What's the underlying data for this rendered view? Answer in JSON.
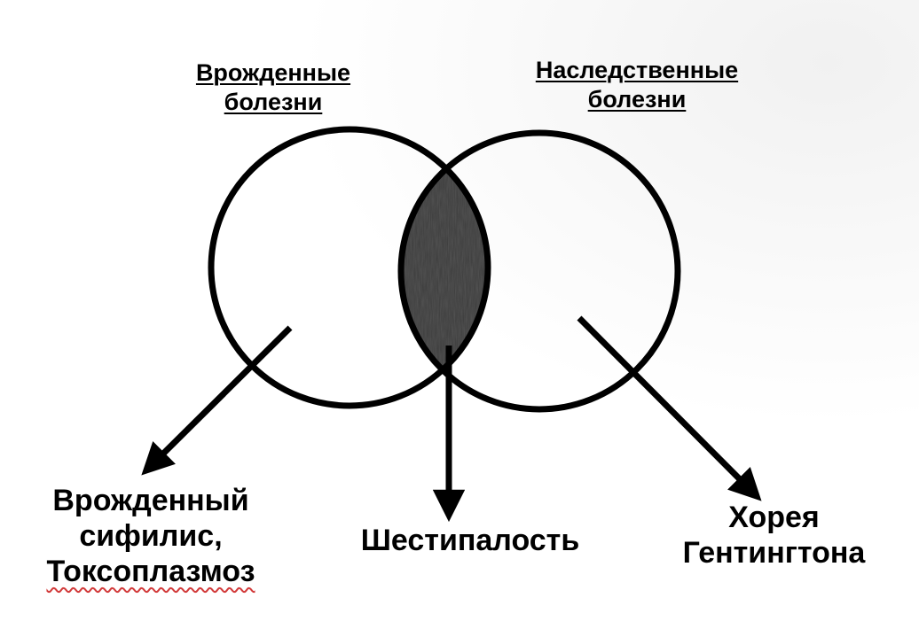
{
  "sets": {
    "left": {
      "title_line1": "Врожденные",
      "title_line2": "болезни"
    },
    "right": {
      "title_line1": "Наследственные",
      "title_line2": "болезни"
    }
  },
  "examples": {
    "left": {
      "line1": "Врожденный",
      "line2": "сифилис,",
      "line3": "Токсоплазмоз"
    },
    "center": {
      "line1": "Шестипалость"
    },
    "right": {
      "line1": "Хорея",
      "line2": "Гентингтона"
    }
  },
  "colors": {
    "stroke": "#000000",
    "intersection_fill": "#3a3a3a",
    "spellcheck_underline": "#d23a3a"
  }
}
